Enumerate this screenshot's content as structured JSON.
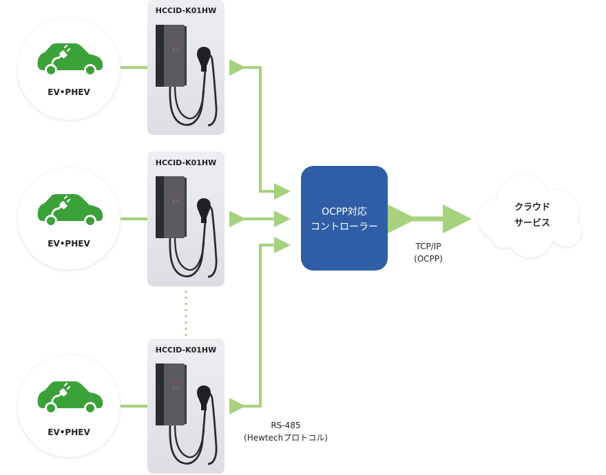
{
  "chargers": [
    {
      "model": "HCCID-K01HW",
      "vehicle_label": "EV•PHEV"
    },
    {
      "model": "HCCID-K01HW",
      "vehicle_label": "EV•PHEV"
    },
    {
      "model": "HCCID-K01HW",
      "vehicle_label": "EV•PHEV"
    }
  ],
  "controller": {
    "line1": "OCPP対応",
    "line2": "コントローラー"
  },
  "cloud": {
    "line1": "クラウド",
    "line2": "サービス"
  },
  "tcp_label": {
    "line1": "TCP/IP",
    "line2": "(OCPP)"
  },
  "rs485_label": {
    "line1": "RS-485",
    "line2": "(Hewtechプロトコル)"
  },
  "colors": {
    "connector": "#a6d27e",
    "car": "#3aa239",
    "controller": "#2f5ea7",
    "panel": "#e6e7eb",
    "charger_body": "#5a5b5f"
  }
}
